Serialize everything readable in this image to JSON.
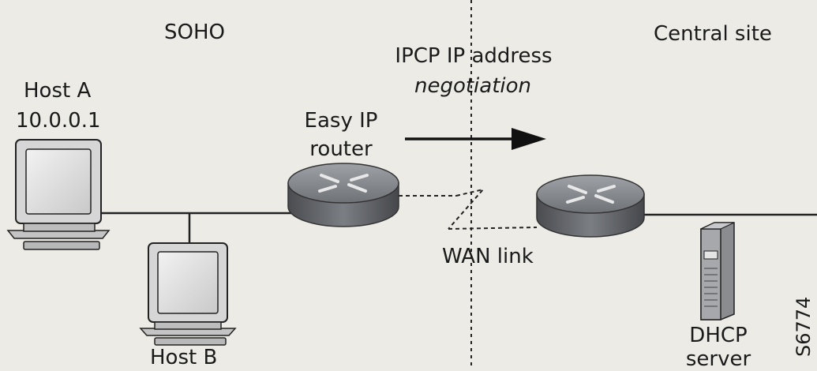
{
  "regions": {
    "soho": "SOHO",
    "central": "Central site"
  },
  "negotiation": {
    "line1": "IPCP IP address",
    "line2": "negotiation"
  },
  "host_a": {
    "name": "Host A",
    "ip": "10.0.0.1"
  },
  "host_b": {
    "name": "Host B"
  },
  "easy_ip": {
    "line1": "Easy IP",
    "line2": "router"
  },
  "wan": "WAN link",
  "dhcp": {
    "line1": "DHCP",
    "line2": "server"
  },
  "figure_id": "S6774",
  "icons": {
    "host_a": "desktop-computer-icon",
    "host_b": "desktop-computer-icon",
    "easy_ip_router": "router-icon",
    "central_router": "router-icon",
    "dhcp_server": "tower-server-icon"
  }
}
